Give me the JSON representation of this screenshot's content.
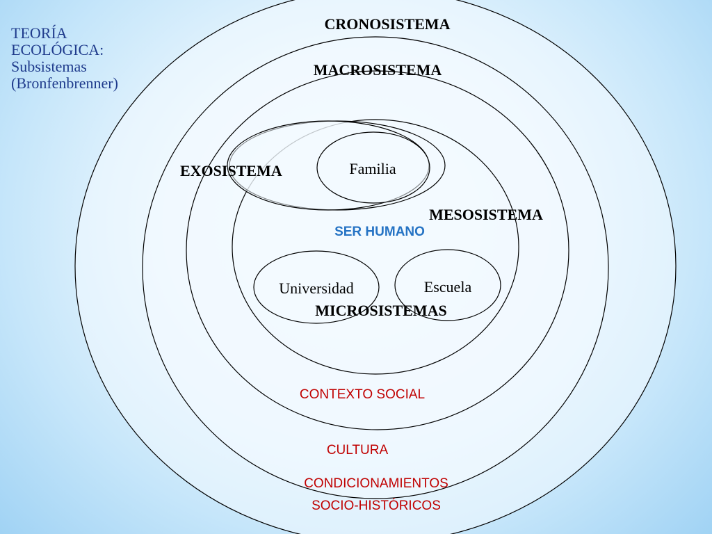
{
  "title": {
    "lines": [
      "TEORÍA",
      "ECOLÓGICA:",
      "Subsistemas",
      "(Bronfenbrenner)"
    ]
  },
  "systems": {
    "crono": "CRONOSISTEMA",
    "macro": "MACROSISTEMA",
    "exo": "EXOSISTEMA",
    "meso": "MESOSISTEMA",
    "micro": "MICROSISTEMAS"
  },
  "center": "SER HUMANO",
  "micro_nodes": {
    "familia": "Familia",
    "universidad": "Universidad",
    "escuela": "Escuela"
  },
  "context_labels": {
    "social": "CONTEXTO SOCIAL",
    "cultura": "CULTURA",
    "condicionamientos_1": "CONDICIONAMIENTOS",
    "condicionamientos_2": "SOCIO-HISTÓRICOS"
  },
  "colors": {
    "title": "#1f3b8c",
    "center": "#2573c4",
    "context": "#c00000",
    "line": "#000000",
    "circle_fill": "#f2f9ff"
  }
}
